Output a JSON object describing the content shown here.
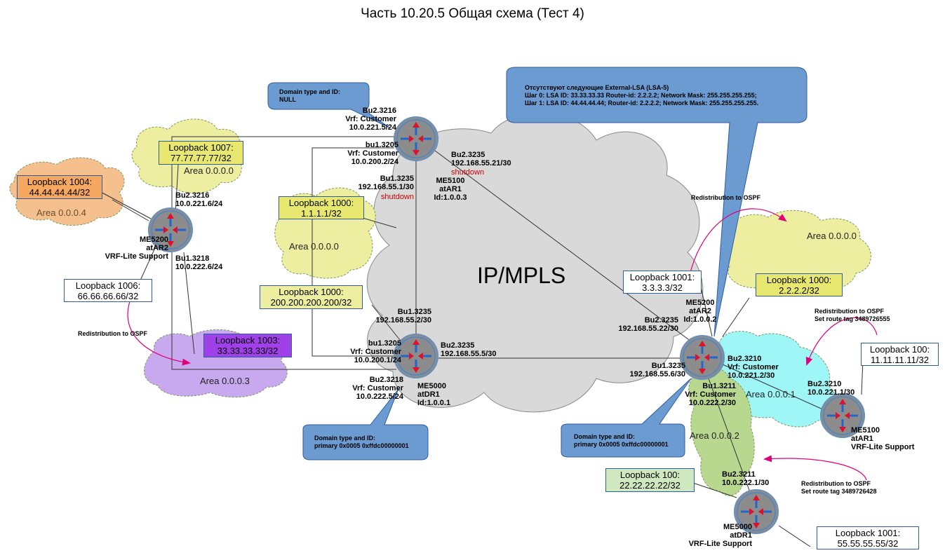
{
  "title": "Часть 10.20.5 Общая схема (Тест 4)",
  "core": {
    "label": "IP/MPLS"
  },
  "callouts": {
    "lsa_header": "Отсутствуют следующие External-LSA (LSA-5)",
    "lsa_line1": "Шаг 0: LSA ID: 33.33.33.33 Router-id: 2.2.2.2; Network Mask: 255.255.255.255;",
    "lsa_line2": "Шаг 1: LSA ID: 44.44.44.44; Router-id: 2.2.2.2; Network Mask: 255.255.255.255.",
    "ar1_domain_title": "Domain type and ID:",
    "ar1_domain_value": "NULL",
    "dr1_domain_title": "Domain type and ID:",
    "dr1_domain_value": "primary 0x0005 0xffdc00000001",
    "ar2_domain_title": "Domain type and ID:",
    "ar2_domain_value": "primary 0x0005 0xffdc00000001"
  },
  "areas": {
    "a0004": "Area 0.0.0.4",
    "a0000_ar2vrf": "Area 0.0.0.0",
    "a0000_mid": "Area 0.0.0.0",
    "a0003": "Area 0.0.0.3",
    "a0000_right": "Area 0.0.0.0",
    "a0001": "Area 0.0.0.1",
    "a0002": "Area 0.0.0.2"
  },
  "loopbacks": {
    "lb1004_t": "Loopback 1004:",
    "lb1004_v": "44.44.44.44/32",
    "lb1007_t": "Loopback 1007:",
    "lb1007_v": "77.77.77.77/32",
    "lb1006_t": "Loopback 1006:",
    "lb1006_v": "66.66.66.66/32",
    "lb1003_t": "Loopback 1003:",
    "lb1003_v": "33.33.33.33/32",
    "lb1000a_t": "Loopback 1000:",
    "lb1000a_v": "1.1.1.1/32",
    "lb1000b_t": "Loopback 1000:",
    "lb1000b_v": "200.200.200.200/32",
    "lb1001a_t": "Loopback 1001:",
    "lb1001a_v": "3.3.3.3/32",
    "lb1000c_t": "Loopback 1000:",
    "lb1000c_v": "2.2.2.2/32",
    "lb100a_t": "Loopback 100:",
    "lb100a_v": "11.11.11.11/32",
    "lb100b_t": "Loopback 100:",
    "lb100b_v": "22.22.22.22/32",
    "lb1001b_t": "Loopback 1001:",
    "lb1001b_v": "55.55.55.55/32"
  },
  "routers": {
    "ar1_name": "ME5100\natAR1\nId:1.0.0.3",
    "dr1_name": "ME5000\natDR1\nId:1.0.0.1",
    "ar2_name": "ME5200\natAR2\nId:1.0.0.2",
    "ar2vrf_name": "ME5200\natAR2\nVRF-Lite Support",
    "ar1vrf_name": "ME5100\natAR1\nVRF-Lite Support",
    "dr1vrf_name": "ME5000\natDR1\nVRF-Lite Support"
  },
  "interfaces": {
    "ar1_bu2_3216": "Bu2.3216\nVrf: Customer\n10.0.221.5/24",
    "ar1_bu1_3205": "bu1.3205\nVrf: Customer\n10.0.200.2/24",
    "ar1_bu1_3235": "Bu1.3235\n192.168.55.1/30",
    "ar1_bu1_3235_state": "shutdown",
    "ar1_bu2_3235": "Bu2.3235\n192.168.55.21/30",
    "ar1_bu2_3235_state": "shutdown",
    "ar2vrf_bu2_3216": "Bu2.3216\n10.0.221.6/24",
    "ar2vrf_bu1_3218": "Bu1.3218\n10.0.222.6/24",
    "dr1_bu1_3235": "Bu1.3235\n192.168.55.2/30",
    "dr1_bu1_3205": "bu1.3205\nVrf: Customer\n10.0.200.1/24",
    "dr1_bu2_3235": "Bu2.3235\n192.168.55.5/30",
    "dr1_bu2_3218": "Bu2.3218\nVrf: Customer\n10.0.222.5/24",
    "ar2_bu2_3235": "Bu2.3235\n192.168.55.22/30",
    "ar2_bu1_3235": "Bu1.3235\n192.168.55.6/30",
    "ar2_bu2_3210": "Bu2.3210\nVrf: Customer\n10.0.221.2/30",
    "ar2_bu1_3211": "Bu1.3211\nVrf: Customer\n10.0.222.2/30",
    "ar1vrf_bu2_3210": "Bu2.3210\n10.0.221.1/30",
    "dr1vrf_bu2_3211": "Bu2.3211\n10.0.222.1/30"
  },
  "redistribution": {
    "r1": "Redistribution to OSPF",
    "r2": "Redistribution to OSPF",
    "r3": "Redistribution to OSPF\nSet route tag 3489726555",
    "r4": "Redistribution to OSPF\nSet route tag 3489726428"
  },
  "colors": {
    "cloud_core": "#d9d9d9",
    "area_yellow": "#eeeea0",
    "area_orange": "#f6c08e",
    "area_purple": "#c8a8ee",
    "area_cyan": "#9ff6f6",
    "area_green": "#b8d890",
    "callout_blue": "#6b9bd1",
    "router_gray": "#8c8c8c",
    "router_ring": "#4a86c8",
    "arrow_red": "#e0102a",
    "redistribution_arrow": "#e0007a"
  }
}
